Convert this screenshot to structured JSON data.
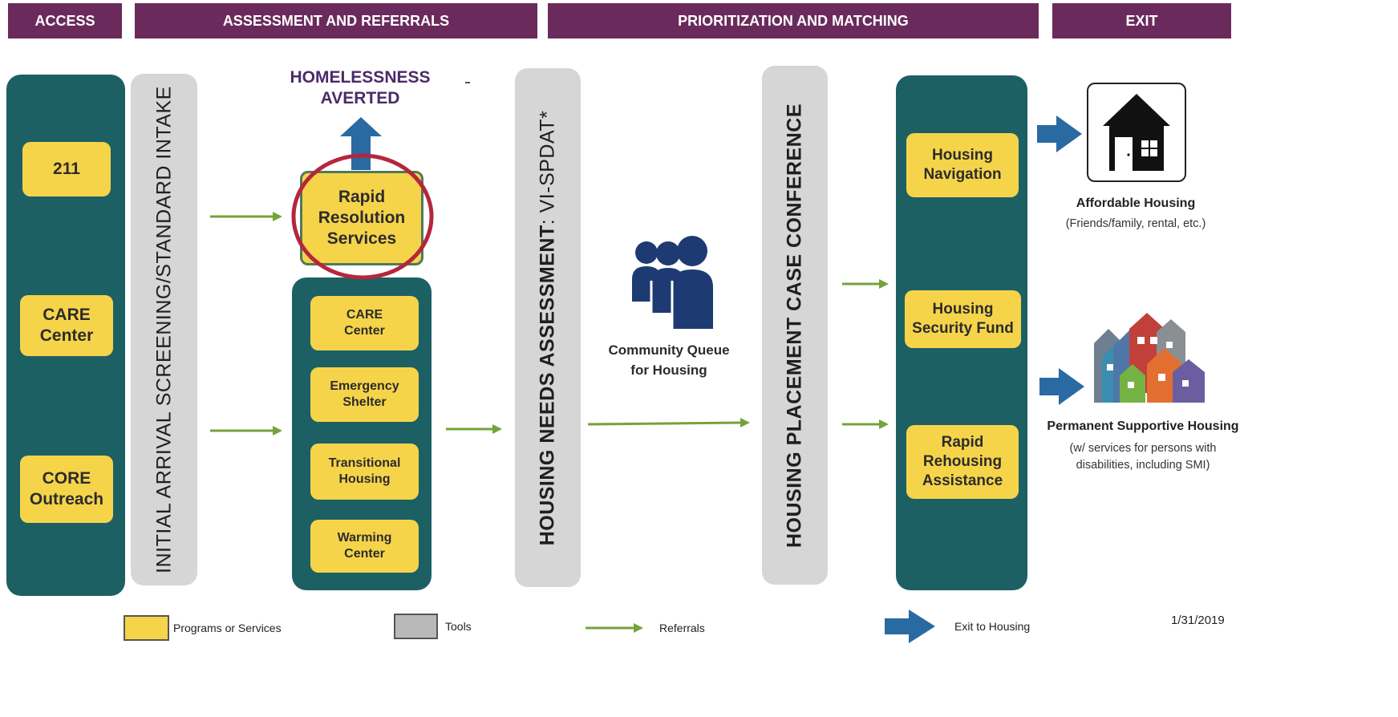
{
  "phases": {
    "access": "ACCESS",
    "assessment": "ASSESSMENT AND REFERRALS",
    "prioritization": "PRIORITIZATION AND MATCHING",
    "exit": "EXIT"
  },
  "access_items": [
    "211",
    "CARE\nCenter",
    "CORE\nOutreach"
  ],
  "tools": {
    "intake": "INITIAL ARRIVAL SCREENING/STANDARD INTAKE",
    "assessment_strong": "HOUSING NEEDS ASSESSMENT",
    "assessment_rest": ": VI-SPDAT*",
    "case_conference": "HOUSING PLACEMENT CASE CONFERENCE"
  },
  "averted": "HOMELESSNESS\nAVERTED",
  "rapid_resolution": "Rapid\nResolution\nServices",
  "referral_services": [
    "CARE\nCenter",
    "Emergency\nShelter",
    "Transitional\nHousing",
    "Warming\nCenter"
  ],
  "queue_label": "Community Queue\nfor Housing",
  "exit_programs": [
    "Housing\nNavigation",
    "Housing\nSecurity Fund",
    "Rapid\nRehousing\nAssistance"
  ],
  "outcomes": {
    "affordable_title": "Affordable Housing",
    "affordable_sub": "(Friends/family, rental, etc.)",
    "psh_title": "Permanent Supportive Housing",
    "psh_sub": "(w/ services for persons with\ndisabilities, including SMI)"
  },
  "legend": {
    "programs": "Programs or Services",
    "tools": "Tools",
    "referrals": "Referrals",
    "exit": "Exit to Housing"
  },
  "date": "1/31/2019",
  "colors": {
    "phase_bar": "#6b2a5c",
    "panel": "#1c6064",
    "program_box": "#f6d44a",
    "tool_bar": "#d6d6d6",
    "referral_arrow": "#74a33a",
    "exit_arrow": "#2a6aa3",
    "highlight_circle": "#b5263d",
    "heading_text": "#4b2a6a",
    "people_icon": "#1e3a73"
  }
}
